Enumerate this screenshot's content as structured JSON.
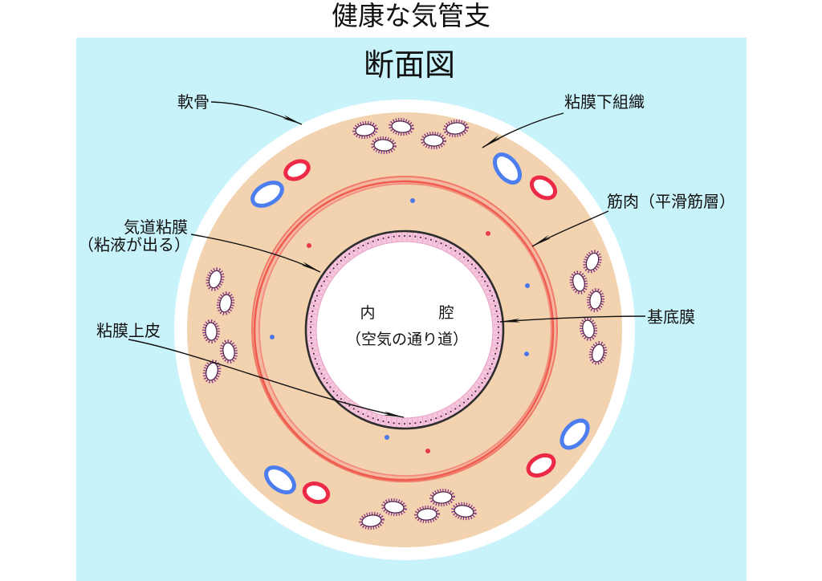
{
  "title": "健康な気管支",
  "subtitle": "断面図",
  "labels": {
    "cartilage": "軟骨",
    "submucosa": "粘膜下組織",
    "smooth_muscle": "筋肉（平滑筋層）",
    "airway_mucosa": "気道粘膜",
    "airway_mucosa_note": "（粘液が出る）",
    "basement_membrane": "基底膜",
    "epithelium": "粘膜上皮"
  },
  "lumen": {
    "label_left": "内",
    "label_right": "腔",
    "note": "（空気の通り道）"
  },
  "colors": {
    "panel_background": "#c8f3fa",
    "cartilage": "#ffffff",
    "tissue": "#f3d3af",
    "smooth_muscle": "#ee5d4f",
    "epithelium": "#f6c6dd",
    "basement_membrane": "#2e2e2e",
    "lumen": "#ffffff",
    "artery": "#ec2a47",
    "vein": "#4c7ef0",
    "gland": "#8c3a88",
    "capillary_red": "#e8394a",
    "capillary_blue": "#4a78e8"
  }
}
